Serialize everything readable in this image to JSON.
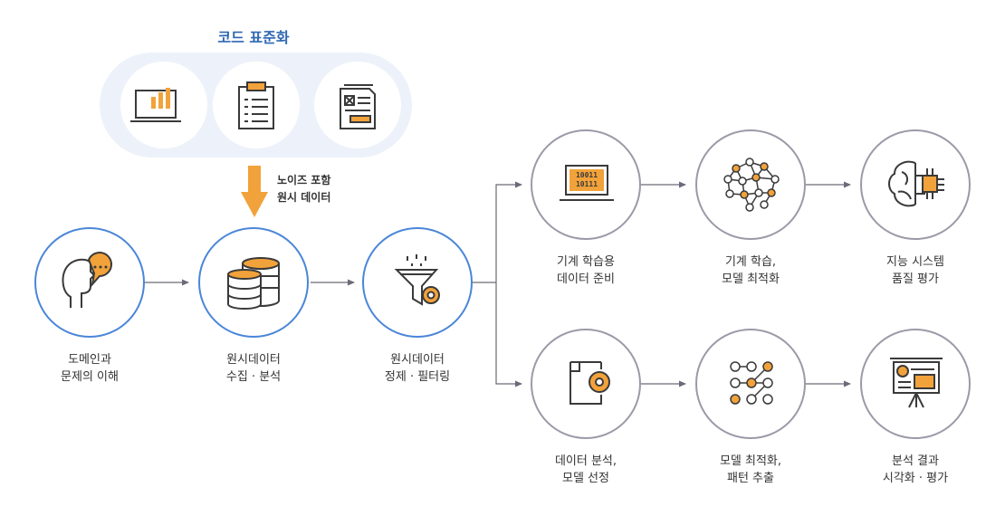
{
  "colors": {
    "blue": "#4a86d8",
    "gray": "#9a9aa8",
    "orange": "#f2a23a",
    "icon_stroke": "#3a3a3a",
    "pill_bg": "#edf2fa",
    "title_blue": "#2f67b3"
  },
  "header": {
    "title": "코드 표준화",
    "icons": [
      "chart-monitor-icon",
      "clipboard-checklist-icon",
      "document-form-icon"
    ]
  },
  "noise_note": {
    "line1": "노이즈 포함",
    "line2": "원시 데이터"
  },
  "nodes": {
    "domain": {
      "line1": "도메인과",
      "line2": "문제의 이해",
      "icon": "head-speech-bubble-icon"
    },
    "collect": {
      "line1": "원시데이터",
      "line2": "수집 · 분석",
      "icon": "database-icon"
    },
    "refine": {
      "line1": "원시데이터",
      "line2": "정제 · 필터링",
      "icon": "funnel-gear-icon"
    },
    "ml_prep": {
      "line1": "기계 학습용",
      "line2": "데이터 준비",
      "icon": "binary-laptop-icon"
    },
    "ml_train": {
      "line1": "기계 학습,",
      "line2": "모델 최적화",
      "icon": "neural-network-icon"
    },
    "ai_eval": {
      "line1": "지능 시스템",
      "line2": "품질 평가",
      "icon": "brain-chip-icon"
    },
    "analysis": {
      "line1": "데이터 분석,",
      "line2": "모델 선정",
      "icon": "document-gear-icon"
    },
    "pattern": {
      "line1": "모델 최적화,",
      "line2": "패턴 추출",
      "icon": "pattern-nodes-icon"
    },
    "visual": {
      "line1": "분석 결과",
      "line2": "시각화 · 평가",
      "icon": "presentation-board-icon"
    }
  }
}
